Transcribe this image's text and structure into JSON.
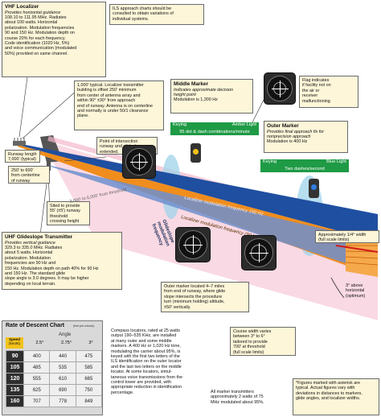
{
  "localizer": {
    "title": "VHF Localizer",
    "subtitle": "Provides horizontal guidance",
    "body": [
      "108.10 to 111.95 MHz. Radiates",
      "about 100 watts. Horizontal",
      "polarization. Modulation frequencies",
      "90 and 150 Hz. Modulation depth on",
      "course 20% for each frequency.",
      "Code identification (1020 Hz, 5%)",
      "and voice communication (modulated",
      "50%) provided on same channel."
    ]
  },
  "ils_note": {
    "lines": [
      "ILS approach charts should be",
      "consulted to obtain variations of",
      "individual systems."
    ]
  },
  "transmitter_note": {
    "lines": [
      "1,000' typical. Localizer transmitter",
      "building is offset 250' minimum",
      "from center of antenna array and",
      "within 90° ±30° from approach",
      "end of runway. Antenna is on centerline",
      "and normally is under 50/1 clearance",
      "plane."
    ]
  },
  "middle_marker": {
    "title": "Middle Marker",
    "subtitle": [
      "Indicates approximate decision",
      "height point"
    ],
    "modulation": "Modulation is 1,300 Hz",
    "keying_label": "Keying",
    "light_label": "Amber Light",
    "pattern": "95 dot & dash combinations/minute"
  },
  "flag_note": {
    "lines": [
      "Flag indicates",
      "if facility not on",
      "the air or",
      "receiver",
      "malfunctioning"
    ]
  },
  "outer_marker": {
    "title": "Outer Marker",
    "subtitle": [
      "Provides final approach fix for",
      "nonprecision approach"
    ],
    "modulation": "Modulation is 400 Hz",
    "keying_label": "Keying",
    "light_label": "Blue Light",
    "pattern": "Two dashes/second"
  },
  "runway_note": {
    "lines": [
      "Runway length",
      "7,000' (typical)"
    ]
  },
  "offset_note": {
    "lines": [
      "250' to 600'",
      "from centerline",
      "of runway"
    ]
  },
  "intersection_note": {
    "lines": [
      "Point of intersection",
      "runway and glideslope",
      "extended."
    ]
  },
  "sited_note": {
    "lines": [
      "Sited to provide",
      "55' (±5') runway",
      "threshold",
      "crossing height"
    ]
  },
  "distance_label": "3,000' to 6,000' from threshold",
  "glideslope": {
    "title": "UHF Glideslope Transmitter",
    "subtitle": "Provides vertical guidance",
    "body": [
      "329.3 to 335.0 MHz. Radiates",
      "about 5 watts. Horizontal",
      "polarization. Modulation",
      "frequencies are 90 Hz and",
      "150 Hz. Modulation depth on path 40% for 90 Hz",
      "and 150 Hz. The standard glide",
      "slope angle is 3.0 degrees. It may be higher",
      "depending on local terrain."
    ]
  },
  "beam_labels": {
    "glideslope": [
      "Glideslope",
      "modulation",
      "frequency"
    ],
    "loc_150": "Localizer modulation frequency 150 Hz",
    "loc_90": "Localizer modulation frequency (90 Hz)"
  },
  "width_note": {
    "lines": [
      "Approximately 1/4° width",
      "(full scale limits)"
    ]
  },
  "om_distance_note": {
    "lines": [
      "Outer marker located 4–7 miles",
      "from end of runway, where glide",
      "slope intersects the procedure",
      "turn (minimum holding) altitude,",
      "±50' vertically."
    ]
  },
  "above_horizontal_note": {
    "lines": [
      "3° above",
      "horizontal",
      "(optimum)"
    ]
  },
  "course_width_note": {
    "lines": [
      "Course width varies",
      "between 3° to 6°",
      "tailored to provide",
      "700' at threshold",
      "(full scale limits)"
    ]
  },
  "rate_chart": {
    "title": "Rate of Descent Chart",
    "units_note": "(feet per minute)",
    "angle_header": "Angle",
    "speed_header": [
      "Speed",
      "(knots)"
    ],
    "angles": [
      "2.5°",
      "2.75°",
      "3°"
    ],
    "rows": [
      {
        "speed": "90",
        "values": [
          "400",
          "440",
          "475"
        ]
      },
      {
        "speed": "105",
        "values": [
          "485",
          "535",
          "585"
        ]
      },
      {
        "speed": "120",
        "values": [
          "555",
          "610",
          "665"
        ]
      },
      {
        "speed": "135",
        "values": [
          "625",
          "690",
          "750"
        ]
      },
      {
        "speed": "160",
        "values": [
          "707",
          "778",
          "849"
        ]
      }
    ]
  },
  "compass_note": {
    "lines": [
      "Compass locators, rated at 25 watts",
      "output 190–535 KHz, are installed",
      "at many outer and some middle",
      "markers. A 400 Hz or 1,020 Hz tone,",
      "modulating the carrier about 95%, is",
      "keyed with the first two letters of the",
      "ILS identification on the outer locator",
      "and the last two letters on the middle",
      "locator. At some locators, simul-",
      "taneous voice transmissions from the",
      "control tower are provided, with",
      "appropriate reduction in identification",
      "percentage."
    ]
  },
  "marker_power_note": {
    "lines": [
      "All marker transmitters",
      "approximately 2 watts of 75",
      "MHz modulated about 95%."
    ]
  },
  "asterisk_note": {
    "lines": [
      "*Figures marked with asterisk are",
      "typical. Actual figures vary with",
      "deviations in distances to markers,",
      "glide angles, and localizer widths."
    ]
  },
  "colors": {
    "box_fill": "#fdf6d9",
    "marker_green": "#1f9a45",
    "amber": "#f2c21a",
    "blue_light": "#2f7de1",
    "beam_blue": "#1f4fa0",
    "beam_orange": "#f08d1d",
    "slope_pink": "#f4b9cc"
  }
}
